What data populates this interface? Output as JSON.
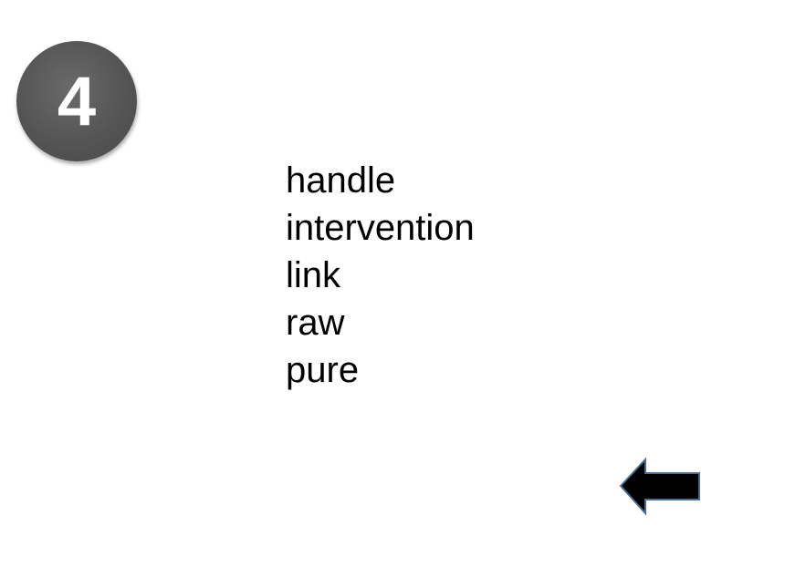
{
  "slide": {
    "number": "4",
    "words": [
      "handle",
      "intervention",
      "link",
      "raw",
      "pure"
    ]
  },
  "navigation": {
    "back_icon": "left-arrow-icon"
  },
  "colors": {
    "badge_fill": "#555555",
    "badge_text": "#ffffff",
    "arrow_fill": "#000000",
    "arrow_outline": "#4a6f93"
  }
}
